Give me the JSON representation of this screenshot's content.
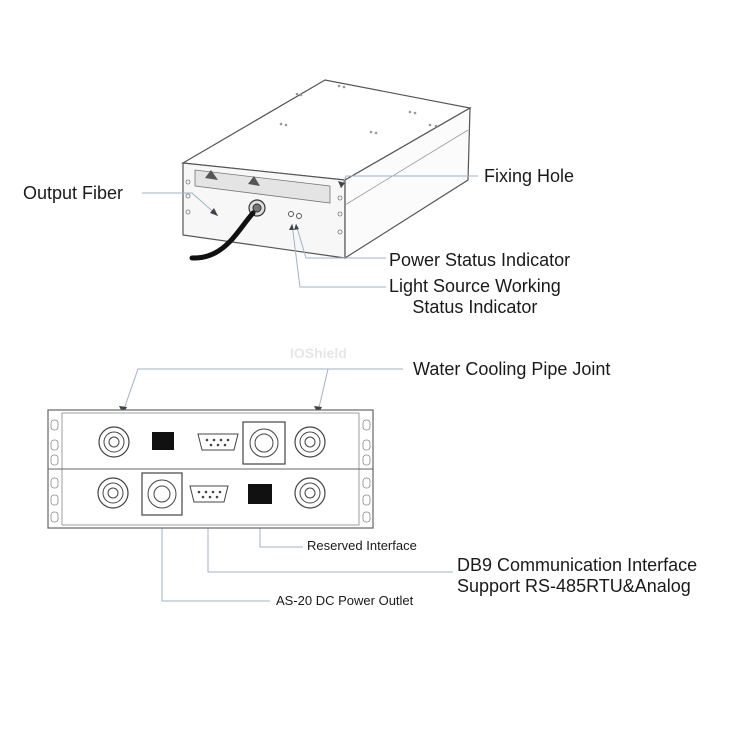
{
  "labels": {
    "output_fiber": "Output Fiber",
    "fixing_hole": "Fixing Hole",
    "power_status_indicator": "Power Status Indicator",
    "light_source_line1": "Light Source Working",
    "light_source_line2": "Status Indicator",
    "water_cooling": "Water Cooling Pipe Joint",
    "reserved_interface": "Reserved Interface",
    "db9_line1": "DB9 Communication Interface",
    "db9_line2": "Support RS-485RTU&Analog",
    "as20_power": "AS-20 DC Power Outlet"
  },
  "watermark": {
    "brand": "IOShield"
  },
  "colors": {
    "leader_line": "#9fb3c8",
    "outline": "#555555",
    "text": "#1a1a1a",
    "connector_fill": "#111111"
  }
}
